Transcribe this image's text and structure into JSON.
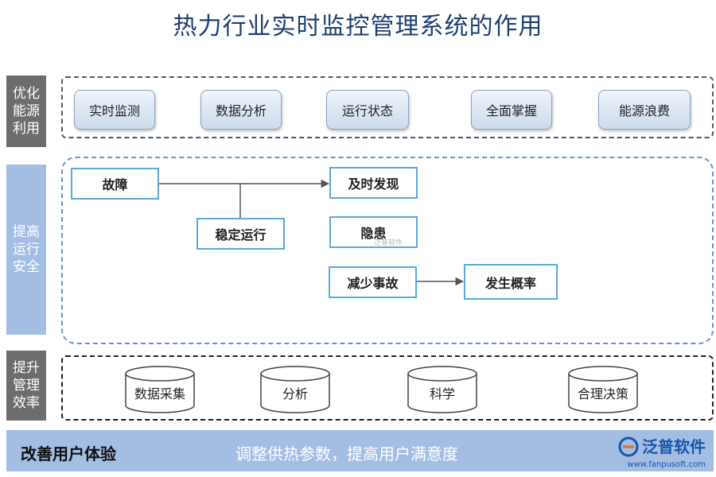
{
  "title": "热力行业实时监控管理系统的作用",
  "sections": {
    "optimize": {
      "label": "优化能源利用"
    },
    "safety": {
      "label": "提高运行安全"
    },
    "management": {
      "label": "提升管理效率"
    }
  },
  "optimize_items": [
    "实时监测",
    "数据分析",
    "运行状态",
    "全面掌握",
    "能源浪费"
  ],
  "safety_nodes": {
    "fault": "故障",
    "stable": "稳定运行",
    "discover": "及时发现",
    "hazard": "隐患",
    "reduce": "减少事故",
    "probability": "发生概率"
  },
  "management_items": [
    "数据采集",
    "分析",
    "科学",
    "合理决策"
  ],
  "bottom": {
    "left": "改善用户体验",
    "center": "调整供热参数，提高用户满意度",
    "logo_text": "泛普软件",
    "logo_url": "www.fanpusoft.com"
  },
  "watermark": "泛普软件",
  "colors": {
    "title": "#1f3f6f",
    "side_dark": "#6d6d6d",
    "side_blue": "#a3bde3",
    "box_border": "#5aaad6",
    "arrow": "#555555"
  }
}
